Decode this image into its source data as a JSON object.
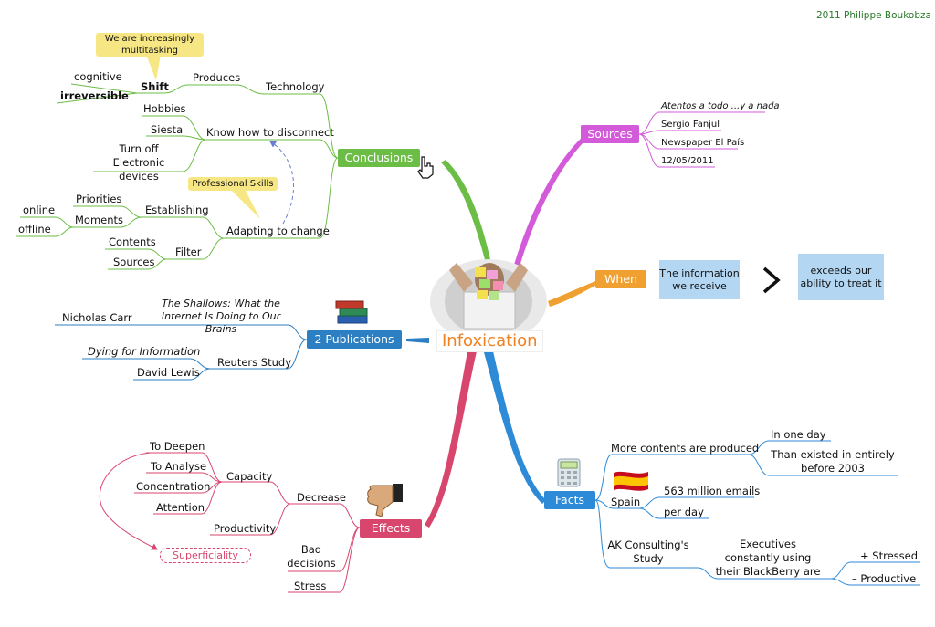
{
  "copyright": "2011 Philippe Boukobza",
  "central": {
    "title": "Infoxication"
  },
  "colors": {
    "conclusions": "#6cbd45",
    "sources": "#d35ad8",
    "when": "#f0a030",
    "publications": "#2b7fc2",
    "effects": "#d8466e",
    "facts": "#2d8ad6",
    "note": "#f7e784",
    "box": "#b3d7f3"
  },
  "conclusions": {
    "label": "Conclusions",
    "technology": "Technology",
    "produces": "Produces",
    "shift": "Shift",
    "cognitive": "cognitive",
    "irreversible": "irreversible",
    "note_multitasking": "We are increasingly multitasking",
    "disconnect": "Know how to disconnect",
    "hobbies": "Hobbies",
    "siesta": "Siesta",
    "turn_off": "Turn off Electronic devices",
    "note_skills": "Professional Skills",
    "adapting": "Adapting to change",
    "establishing": "Establishing",
    "priorities": "Priorities",
    "moments": "Moments",
    "online": "online",
    "offline": "offline",
    "filter": "Filter",
    "contents": "Contents",
    "sources": "Sources"
  },
  "sources": {
    "label": "Sources",
    "items": [
      "Atentos a todo ...y a nada",
      "Sergio Fanjul",
      "Newspaper El País",
      "12/05/2011"
    ]
  },
  "when": {
    "label": "When",
    "left_box": "The information we receive",
    "symbol": ">",
    "right_box": "exceeds our ability to treat it"
  },
  "publications": {
    "label": "2 Publications",
    "shallows": "The Shallows: What the Internet Is Doing to Our Brains",
    "carr": "Nicholas Carr",
    "reuters": "Reuters Study",
    "dying": "Dying for Information",
    "lewis": "David Lewis"
  },
  "effects": {
    "label": "Effects",
    "decrease": "Decrease",
    "capacity": "Capacity",
    "deepen": "To Deepen",
    "analyse": "To Analyse",
    "concentration": "Concentration",
    "attention": "Attention",
    "productivity": "Productivity",
    "superficiality": "Superficiality",
    "bad": "Bad decisions",
    "stress": "Stress"
  },
  "facts": {
    "label": "Facts",
    "more": "More contents are produced",
    "one_day": "In one day",
    "than": "Than existed in entirely before 2003",
    "spain": "Spain",
    "emails": "563 million emails",
    "per_day": "per day",
    "ak": "AK Consulting's Study",
    "exec": "Executives constantly using their BlackBerry are",
    "stressed": "+ Stressed",
    "productive": "– Productive"
  }
}
